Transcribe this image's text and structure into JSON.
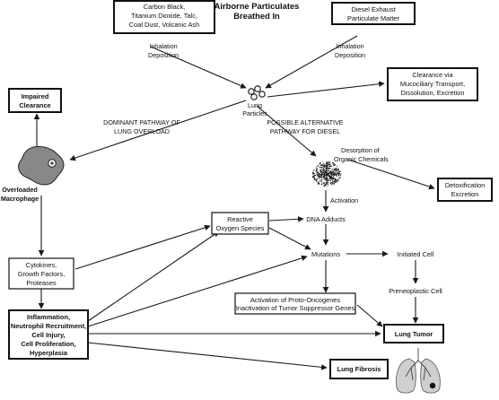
{
  "title": [
    "Airborne Particulates",
    "Breathed In"
  ],
  "sources": {
    "carbon": [
      "Carbon Black,",
      "Titanium Dioxide, Talc,",
      "Coal Dust, Volcanic Ash"
    ],
    "diesel": [
      "Diesel Exhaust",
      "Particulate Matter"
    ]
  },
  "edge_labels": {
    "inhalation_left": [
      "Inhalation",
      "Deposition"
    ],
    "inhalation_right": [
      "Inhalation",
      "Deposition"
    ],
    "dominant": [
      "DOMINANT PATHWAY OF",
      "LUNG OVERLOAD"
    ],
    "alternative": [
      "POSSIBLE ALTERNATIVE",
      "PATHWAY FOR DIESEL"
    ],
    "activation": "Activation"
  },
  "nodes": {
    "lung_particles": [
      "Lung",
      "Particles"
    ],
    "clearance": [
      "Clearance via",
      "Mucociliary Transport,",
      "Dissolution, Excretion"
    ],
    "impaired": [
      "Impaired",
      "Clearance"
    ],
    "macrophage": [
      "Overloaded",
      "Macrophage"
    ],
    "desorption": [
      "Desorption of",
      "Organic Chemicals"
    ],
    "detox": [
      "Detoxification",
      "Excretion"
    ],
    "ros": [
      "Reactive",
      "Oxygen Species"
    ],
    "dna": "DNA Adducts",
    "cytokines": [
      "Cytokines,",
      "Growth Factors,",
      "Proteases"
    ],
    "mutations": "Mutations",
    "initiated": "Initiated Cell",
    "preneoplastic": "Preneoplastic Cell",
    "oncogenes": [
      "Activation of Proto-Oncogenes",
      "Inactivation of Tumor Suppressor Genes"
    ],
    "inflammation": [
      "Inflammation,",
      "Neutrophil Recruitment,",
      "Cell Injury,",
      "Cell Proliferation,",
      "Hyperplasia"
    ],
    "tumor": "Lung Tumor",
    "fibrosis": "Lung Fibrosis"
  },
  "icons": [
    "particle-cluster-icon",
    "macrophage-icon",
    "organic-chemical-cloud-icon",
    "lungs-icon"
  ]
}
